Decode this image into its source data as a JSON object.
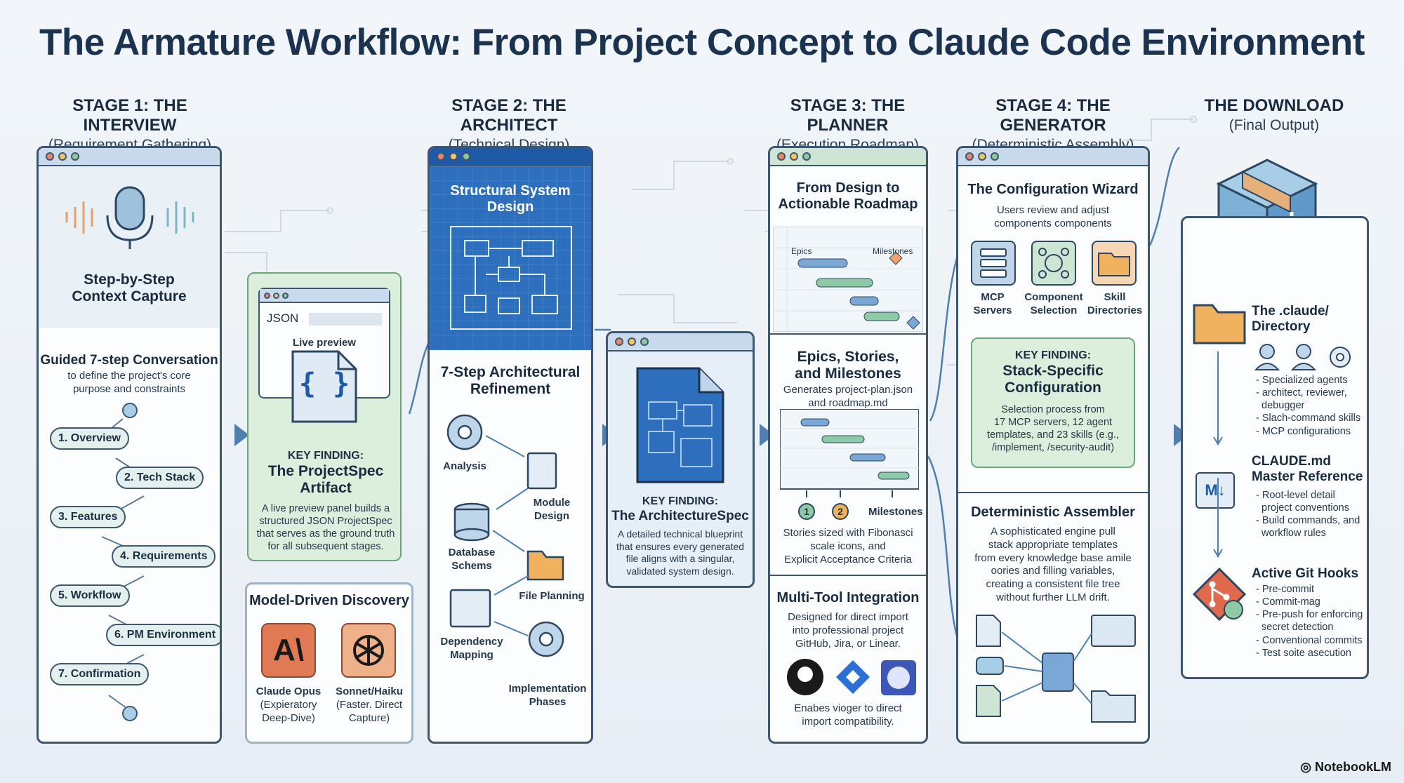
{
  "title": "The Armature Workflow: From Project Concept to Claude Code Environment",
  "stages": [
    {
      "heading": "STAGE 1: THE INTERVIEW",
      "sub": "(Requirement Gathering)"
    },
    {
      "heading": "STAGE 2: THE ARCHITECT",
      "sub": "(Technical Design)"
    },
    {
      "heading": "STAGE 3: THE PLANNER",
      "sub": "(Execution Roadmap)"
    },
    {
      "heading": "STAGE 4: THE GENERATOR",
      "sub": "(Deterministic Assembly)"
    },
    {
      "heading": "THE DOWNLOAD",
      "sub": "(Final Output)"
    }
  ],
  "stage1": {
    "capture_title": "Step-by-Step\nContext Capture",
    "conv_title": "Guided 7-step Conversation",
    "conv_desc": "to define the project's core\npurpose and constraints",
    "steps": [
      "1. Overview",
      "2. Tech Stack",
      "3. Features",
      "4. Requirements",
      "5. Workflow",
      "6. PM Environment",
      "7. Confirmation"
    ],
    "json_tab": "JSON",
    "live_preview": "Live preview",
    "brace_glyph": "{ }",
    "finding_label": "KEY FINDING:",
    "finding_title": "The ProjectSpec\nArtifact",
    "finding_desc": "A live preview panel builds a\nstructured JSON ProjectSpec\nthat serves as the ground truth\nfor all subsequent stages.",
    "discovery_title": "Model-Driven Discovery",
    "models": [
      {
        "name": "Claude Opus",
        "desc": "(Expieratory\nDeep-Dive)"
      },
      {
        "name": "Sonnet/Haiku",
        "desc": "(Faster. Direct\nCapture)"
      }
    ]
  },
  "stage2": {
    "blueprint_title": "Structural System\nDesign",
    "refine_title": "7-Step Architectural\nRefinement",
    "items": [
      "Analysis",
      "Module\nDesign",
      "Database\nSchems",
      "File Planning",
      "Dependency\nMapping",
      "Implementation\nPhases"
    ],
    "finding_label": "KEY FINDING:",
    "finding_title": "The ArchitectureSpec",
    "finding_desc": "A detailed technical blueprint\nthat ensures every generated\nfile aligns with a singular,\nvalidated system design."
  },
  "stage3": {
    "roadmap_title": "From Design to\nActionable Roadmap",
    "gantt_epics": "Epics",
    "gantt_milestones": "Milestones",
    "eps_title": "Epics, Stories,\nand Milestones",
    "eps_desc": "Generates project-plan.json\nand roadmap.md",
    "markers": [
      "1",
      "2"
    ],
    "milestones_label": "Milestones",
    "stories_desc": "Stories sized with Fibonasci\nscale icons, and\nExplicit Acceptance Criteria",
    "multi_title": "Multi-Tool Integration",
    "multi_desc": "Designed for direct import\ninto professional project\nGitHub, Jira, or Linear.",
    "multi_foot": "Enabes vioger to direct\nimport compatibility."
  },
  "stage4": {
    "wizard_title": "The Configuration Wizard",
    "wizard_desc": "Users review and adjust\ncomponents components",
    "components": [
      "MCP\nServers",
      "Component\nSelection",
      "Skill\nDirectories"
    ],
    "finding_label": "KEY FINDING:",
    "finding_title": "Stack-Specific\nConfiguration",
    "finding_desc": "Selection process from\n17 MCP servers, 12 agent\ntemplates, and 23 skills (e.g.,\n/implement, /security-audit)",
    "assembler_title": "Deterministic Assembler",
    "assembler_desc": "A sophisticated engine pull\nstack appropriate templates\nfrom every knowledge base amile\noories and filling variables,\ncreating a consistent file tree\nwithout further LLM drift."
  },
  "download": {
    "dir_title": "The .claude/\nDirectory",
    "dir_items": "- Specialized agents\n- architect, reviewer,\n  debugger\n- Slach-command skills\n- MCP configurations",
    "md_title": "CLAUDE.md\nMaster Reference",
    "md_badge": "M↓",
    "md_items": "- Root-level detail\n  project conventions\n- Build commands, and\n  workflow rules",
    "git_title": "Active Git Hooks",
    "git_items": "- Pre-commit\n- Commit-mag\n- Pre-push for enforcing\n  secret detection\n- Conventional commits\n- Test soite asecution"
  },
  "footer": "NotebookLM",
  "colors": {
    "accent_blue": "#1f5aa6",
    "panel_border": "#3e5670",
    "finding_green": "#dcefdc",
    "arrow": "#4f7fae"
  }
}
